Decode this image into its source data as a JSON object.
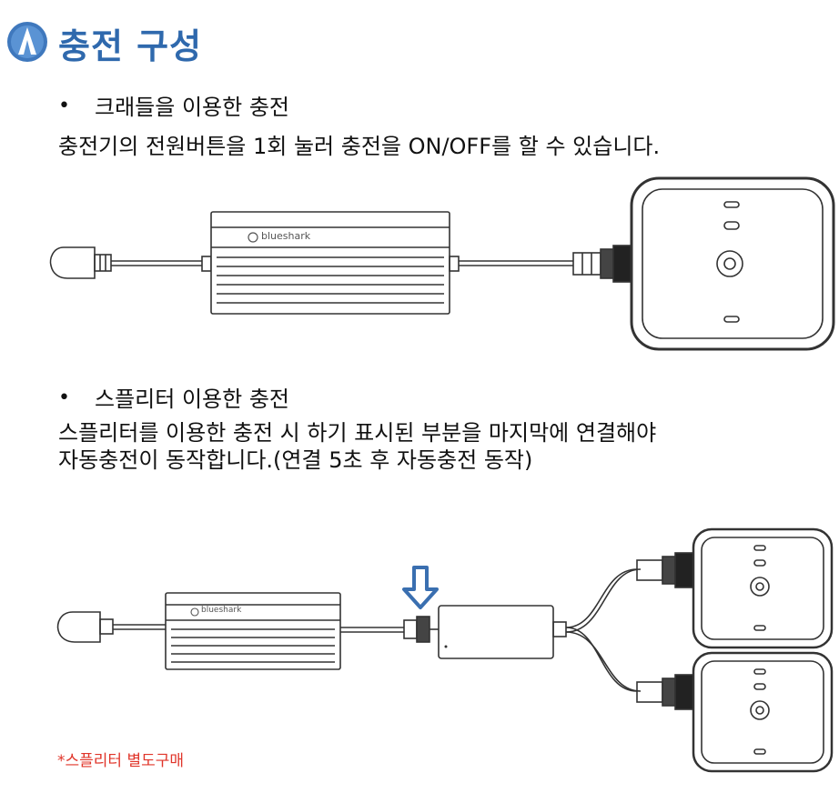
{
  "title": "충전 구성",
  "section1": {
    "bullet": "•",
    "heading": "크래들을 이용한 충전",
    "description": "충전기의 전원버튼을 1회 눌러 충전을 ON/OFF를 할 수 있습니다.",
    "charger_brand": "blueshark"
  },
  "section2": {
    "bullet": "•",
    "heading": "스플리터 이용한 충전",
    "description_line1": "스플리터를 이용한 충전 시 하기 표시된 부분을 마지막에 연결해야",
    "description_line2": "자동충전이 동작합니다.(연결 5초 후 자동충전 동작)",
    "charger_brand": "blueshark"
  },
  "note": "*스플리터 별도구매",
  "colors": {
    "title": "#2f69ad",
    "arrow": "#3a6fb0",
    "note": "#e0352a"
  }
}
